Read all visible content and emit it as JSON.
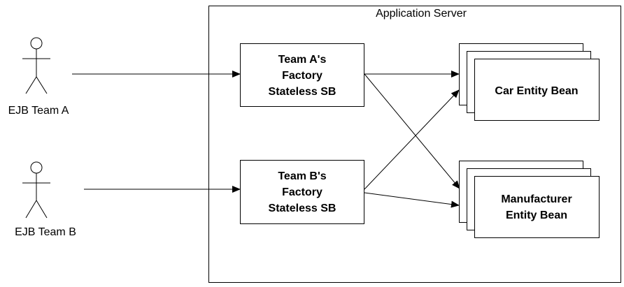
{
  "server": {
    "label": "Application Server"
  },
  "actors": [
    {
      "id": "a",
      "label": "EJB Team A"
    },
    {
      "id": "b",
      "label": "EJB Team B"
    }
  ],
  "session_beans": [
    {
      "id": "a",
      "lines": [
        "Team A's",
        "Factory",
        "Stateless SB"
      ]
    },
    {
      "id": "b",
      "lines": [
        "Team B's",
        "Factory",
        "Stateless SB"
      ]
    }
  ],
  "entity_beans": [
    {
      "id": "car",
      "lines": [
        "Car Entity Bean"
      ]
    },
    {
      "id": "manufacturer",
      "lines": [
        "Manufacturer",
        "Entity Bean"
      ]
    }
  ]
}
